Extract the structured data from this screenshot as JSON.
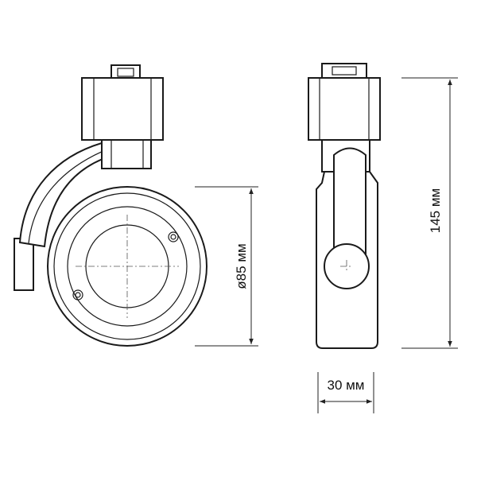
{
  "dimensions": {
    "diameter": "ø85 мм",
    "height": "145 мм",
    "width": "30 мм"
  }
}
